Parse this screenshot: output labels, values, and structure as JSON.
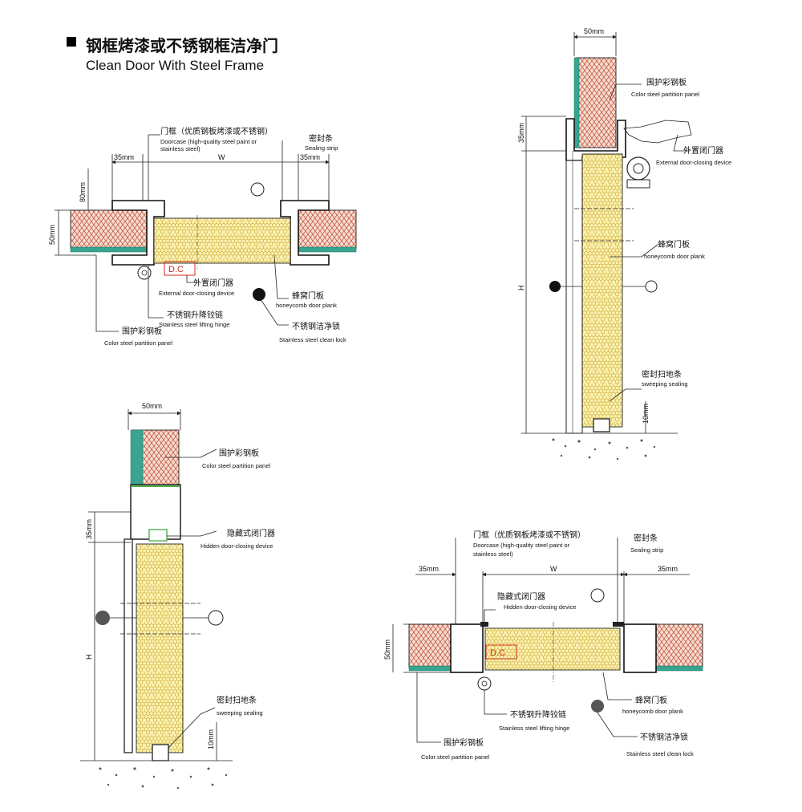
{
  "header": {
    "title_cn": "钢框烤漆或不锈钢框洁净门",
    "title_en": "Clean Door With Steel Frame"
  },
  "labels": {
    "doorcase_cn": "门框（优质钢板烤漆或不锈钢）",
    "doorcase_en1": "Doorcase (high-quality steel paint or",
    "doorcase_en2": "stainless steel)",
    "sealing_cn": "密封条",
    "sealing_en": "Sealing strip",
    "partition_cn": "围护彩钢板",
    "partition_en": "Color steel partition panel",
    "external_closer_cn": "外置闭门器",
    "external_closer_en": "External door-closing device",
    "hidden_closer_cn": "隐藏式闭门器",
    "hidden_closer_en": "Hidden door-closing device",
    "honeycomb_cn": "蜂窝门板",
    "honeycomb_en": "honeycomb door plank",
    "hinge_cn": "不锈钢升降铰链",
    "hinge_en": "Stainless steel lifting hinge",
    "lock_cn": "不锈钢洁净锁",
    "lock_en": "Stainless steel clean lock",
    "sweep_cn": "密封扫地条",
    "sweep_en": "sweeping sealing",
    "dc": "D.C"
  },
  "dims": {
    "d35": "35mm",
    "d50": "50mm",
    "d80": "80mm",
    "d10": "10mm",
    "w": "W",
    "h": "H"
  },
  "colors": {
    "honeycomb_fill": "#fbf1b2",
    "honeycomb_line": "#c9a526",
    "brick_fill": "#f6dcd0",
    "brick_line": "#c4503a",
    "teal": "#37a58f",
    "lock_dark": "#111111",
    "lock_grey": "#555555",
    "dc_red": "#d42a1c",
    "hidden_green": "#52b24a"
  }
}
